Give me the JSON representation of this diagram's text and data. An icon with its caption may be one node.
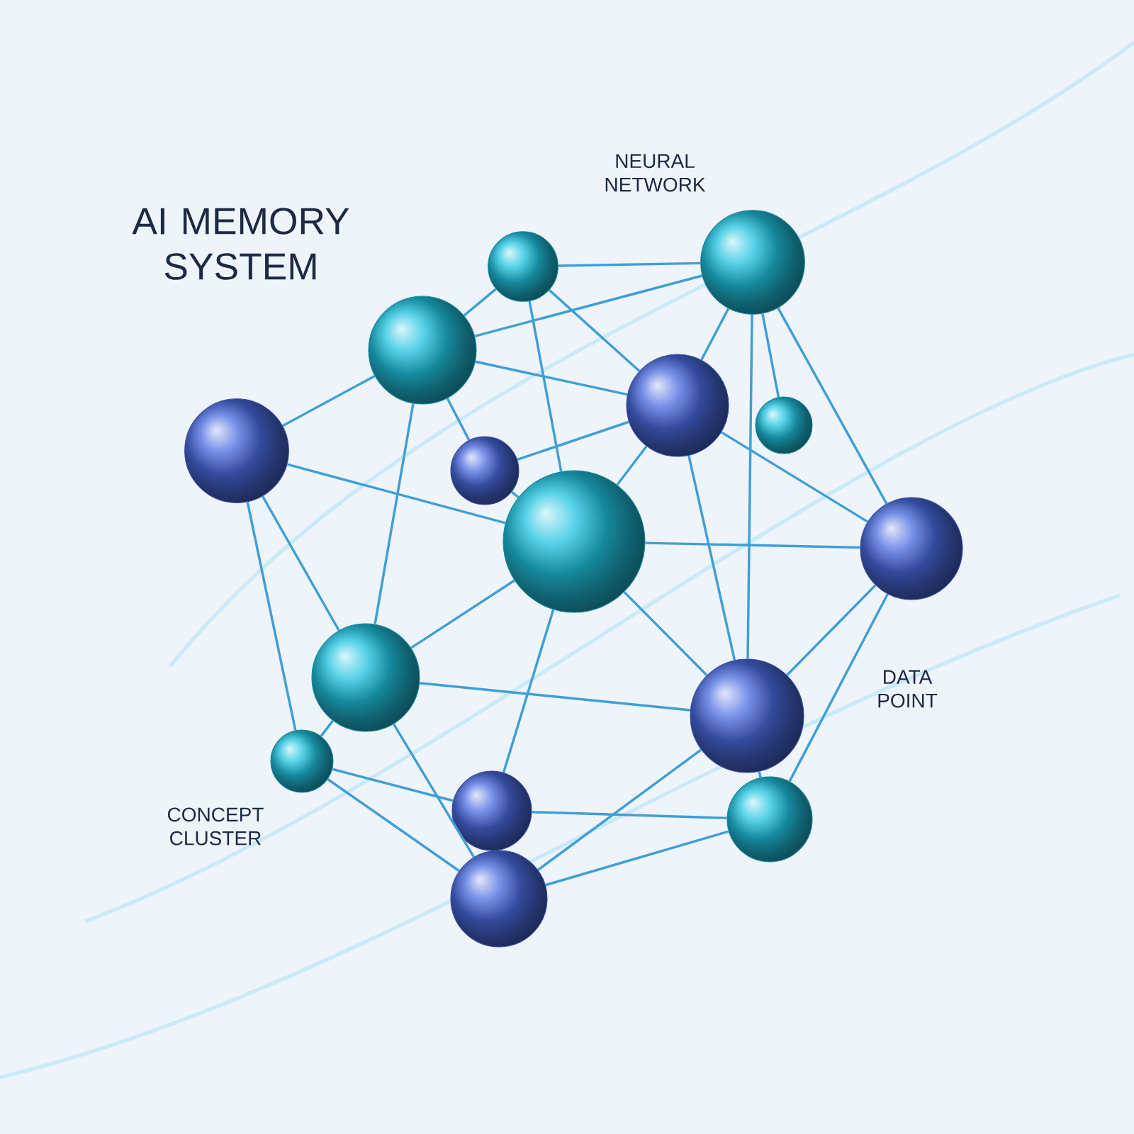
{
  "diagram": {
    "title": "AI MEMORY SYSTEM",
    "nodes": [
      {
        "text": [],
        "shape": "circle"
      },
      {
        "text": [],
        "shape": "circle"
      },
      {
        "text": [],
        "shape": "circle"
      },
      {
        "text": [],
        "shape": "circle"
      },
      {
        "text": [],
        "shape": "circle"
      },
      {
        "text": [],
        "shape": "circle"
      },
      {
        "text": [],
        "shape": "circle"
      },
      {
        "text": [],
        "shape": "circle"
      },
      {
        "text": [],
        "shape": "circle"
      },
      {
        "text": [],
        "shape": "circle"
      },
      {
        "text": [],
        "shape": "circle"
      },
      {
        "text": [],
        "shape": "circle"
      },
      {
        "text": [],
        "shape": "circle"
      },
      {
        "text": [],
        "shape": "circle"
      },
      {
        "text": [],
        "shape": "circle"
      }
    ],
    "edges": [
      {
        "from": 0,
        "to": 1,
        "arrow": "none"
      },
      {
        "from": 0,
        "to": 2,
        "arrow": "none"
      },
      {
        "from": 0,
        "to": 4,
        "arrow": "none"
      },
      {
        "from": 0,
        "to": 7,
        "arrow": "none"
      },
      {
        "from": 2,
        "to": 1,
        "arrow": "none"
      },
      {
        "from": 2,
        "to": 3,
        "arrow": "none"
      },
      {
        "from": 2,
        "to": 4,
        "arrow": "none"
      },
      {
        "from": 2,
        "to": 9,
        "arrow": "none"
      },
      {
        "from": 2,
        "to": 6,
        "arrow": "none"
      },
      {
        "from": 3,
        "to": 7,
        "arrow": "none"
      },
      {
        "from": 3,
        "to": 9,
        "arrow": "none"
      },
      {
        "from": 3,
        "to": 11,
        "arrow": "none"
      },
      {
        "from": 1,
        "to": 4,
        "arrow": "none"
      },
      {
        "from": 1,
        "to": 5,
        "arrow": "none"
      },
      {
        "from": 1,
        "to": 10,
        "arrow": "none"
      },
      {
        "from": 1,
        "to": 8,
        "arrow": "none"
      },
      {
        "from": 4,
        "to": 7,
        "arrow": "none"
      },
      {
        "from": 4,
        "to": 10,
        "arrow": "none"
      },
      {
        "from": 4,
        "to": 8,
        "arrow": "none"
      },
      {
        "from": 6,
        "to": 4,
        "arrow": "none"
      },
      {
        "from": 6,
        "to": 7,
        "arrow": "none"
      },
      {
        "from": 7,
        "to": 8,
        "arrow": "none"
      },
      {
        "from": 7,
        "to": 9,
        "arrow": "none"
      },
      {
        "from": 7,
        "to": 10,
        "arrow": "none"
      },
      {
        "from": 7,
        "to": 12,
        "arrow": "none"
      },
      {
        "from": 8,
        "to": 10,
        "arrow": "none"
      },
      {
        "from": 8,
        "to": 13,
        "arrow": "none"
      },
      {
        "from": 9,
        "to": 10,
        "arrow": "none"
      },
      {
        "from": 9,
        "to": 11,
        "arrow": "none"
      },
      {
        "from": 9,
        "to": 14,
        "arrow": "none"
      },
      {
        "from": 11,
        "to": 12,
        "arrow": "none"
      },
      {
        "from": 11,
        "to": 14,
        "arrow": "none"
      },
      {
        "from": 10,
        "to": 14,
        "arrow": "none"
      },
      {
        "from": 12,
        "to": 13,
        "arrow": "none"
      },
      {
        "from": 13,
        "to": 14,
        "arrow": "none"
      },
      {
        "from": 10,
        "to": 13,
        "arrow": "none"
      }
    ],
    "labels": [
      "NEURAL NETWORK",
      "DATA POINT",
      "CONCEPT CLUSTER"
    ]
  }
}
